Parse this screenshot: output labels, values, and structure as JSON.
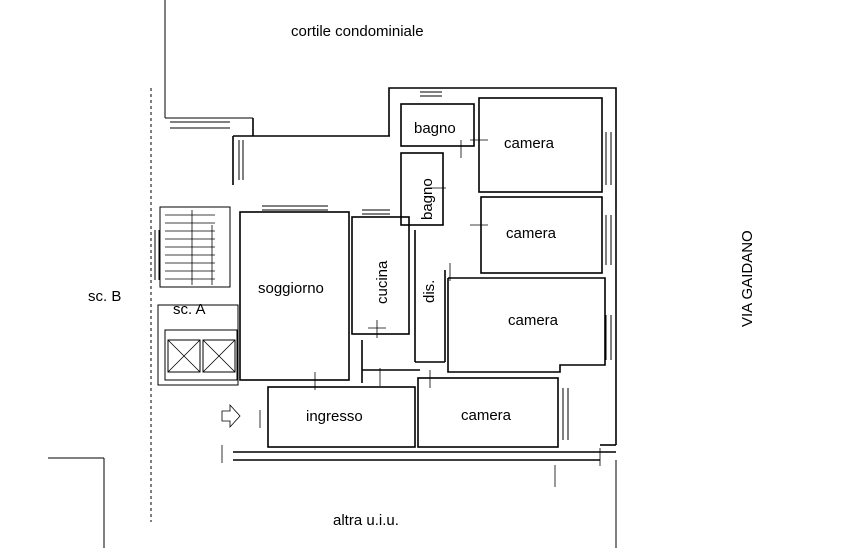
{
  "labels": {
    "courtyard": "cortile condominiale",
    "bath1": "bagno",
    "bath2": "bagno",
    "bedroom1": "camera",
    "bedroom2": "camera",
    "bedroom3": "camera",
    "bedroom4": "camera",
    "kitchen": "cucina",
    "living": "soggiorno",
    "hallway": "dis.",
    "entrance": "ingresso",
    "stair_a": "sc. A",
    "stair_b": "sc. B",
    "street": "VIA GAIDANO",
    "other_unit": "altra u.i.u."
  }
}
